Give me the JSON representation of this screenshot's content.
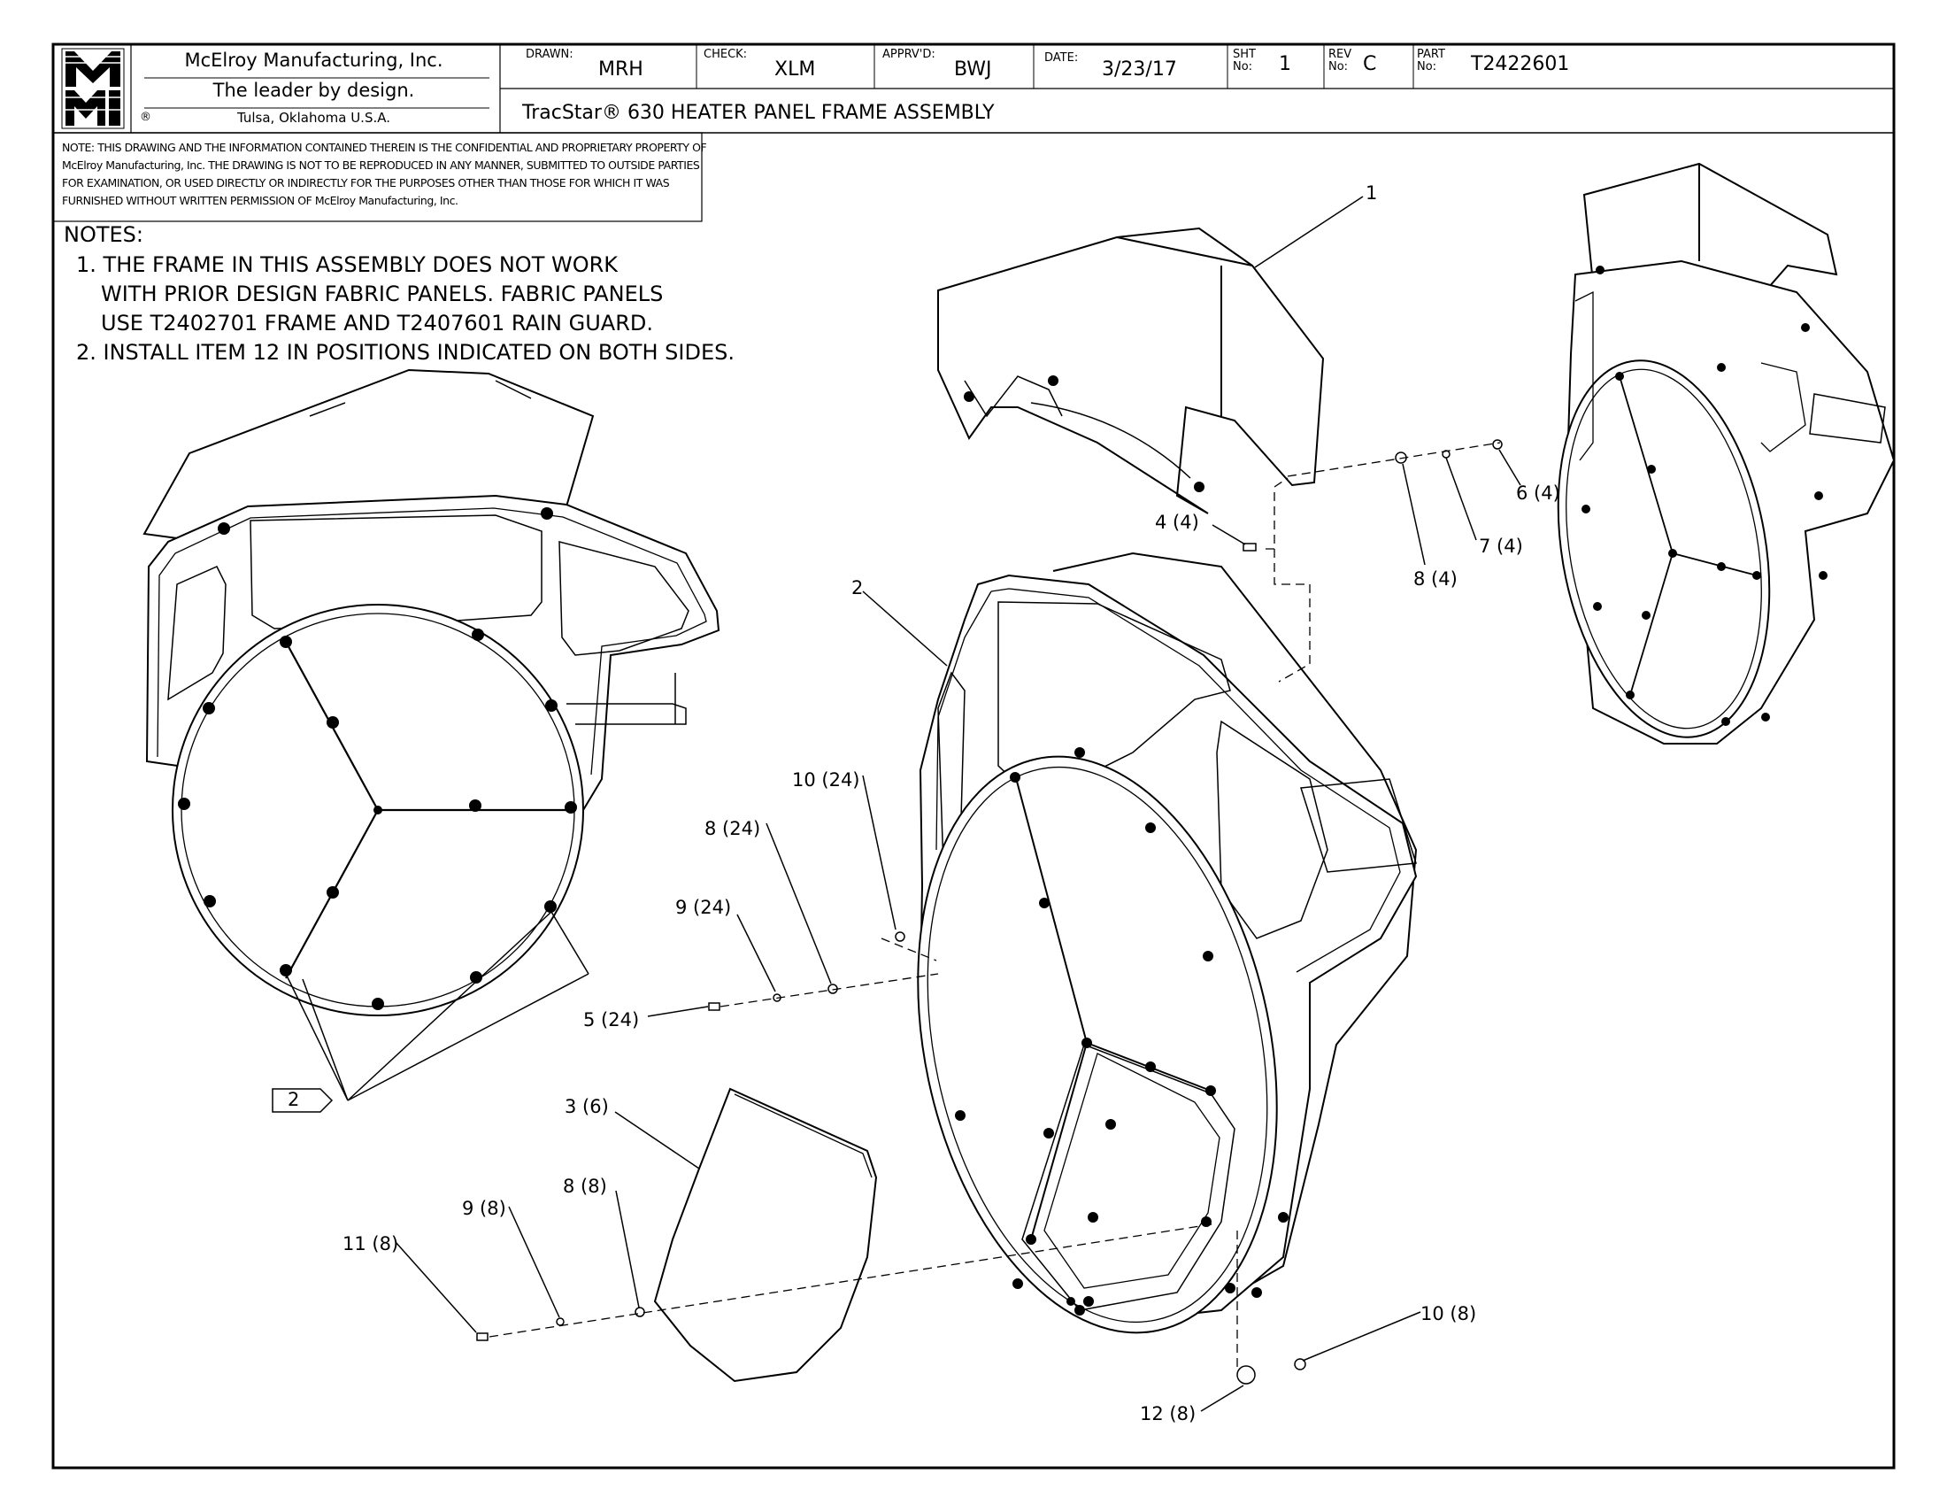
{
  "title_block": {
    "logo_text_top": "M",
    "logo_text_bottom": "MI",
    "company_name": "McElroy Manufacturing, Inc.",
    "tagline": "The leader by design.",
    "location": "Tulsa, Oklahoma U.S.A.",
    "registered_mark": "®",
    "drawn_label": "DRAWN:",
    "drawn_value": "MRH",
    "check_label": "CHECK:",
    "check_value": "XLM",
    "approved_label": "APPRV'D:",
    "approved_value": "BWJ",
    "date_label": "DATE:",
    "date_value": "3/23/17",
    "sheet_label": "SHT No:",
    "sheet_value": "1",
    "rev_label": "REV No:",
    "rev_value": "C",
    "part_label": "PART No:",
    "part_value": "T2422601",
    "drawing_title": "TracStar® 630 HEATER PANEL FRAME ASSEMBLY"
  },
  "proprietary_note": "NOTE: THIS DRAWING AND THE INFORMATION CONTAINED THEREIN IS THE CONFIDENTIAL AND PROPRIETARY PROPERTY OF McElroy Manufacturing, Inc. THE DRAWING IS NOT TO BE REPRODUCED IN ANY MANNER, SUBMITTED TO OUTSIDE PARTIES FOR EXAMINATION, OR USED DIRECTLY OR INDIRECTLY FOR THE PURPOSES OTHER THAN THOSE FOR WHICH IT WAS FURNISHED WITHOUT WRITTEN PERMISSION OF McElroy Manufacturing, Inc.",
  "notes": {
    "heading": "NOTES:",
    "note1_line1": "1. THE FRAME IN THIS ASSEMBLY DOES NOT WORK",
    "note1_line2": "WITH PRIOR DESIGN FABRIC PANELS. FABRIC PANELS",
    "note1_line3": "USE T2402701 FRAME AND T2407601 RAIN GUARD.",
    "note2": "2. INSTALL ITEM 12 IN POSITIONS INDICATED ON BOTH SIDES."
  },
  "callouts": {
    "item1": "1",
    "item2": "2",
    "item4": "4 (4)",
    "item6": "6 (4)",
    "item7": "7 (4)",
    "item8_4": "8 (4)",
    "item10_24": "10 (24)",
    "item8_24": "8 (24)",
    "item9_24": "9 (24)",
    "item5_24": "5 (24)",
    "item3_6": "3 (6)",
    "item8_8": "8 (8)",
    "item9_8": "9 (8)",
    "item11_8": "11 (8)",
    "item10_8": "10 (8)",
    "item12_8": "12 (8)",
    "flag2": "2"
  }
}
